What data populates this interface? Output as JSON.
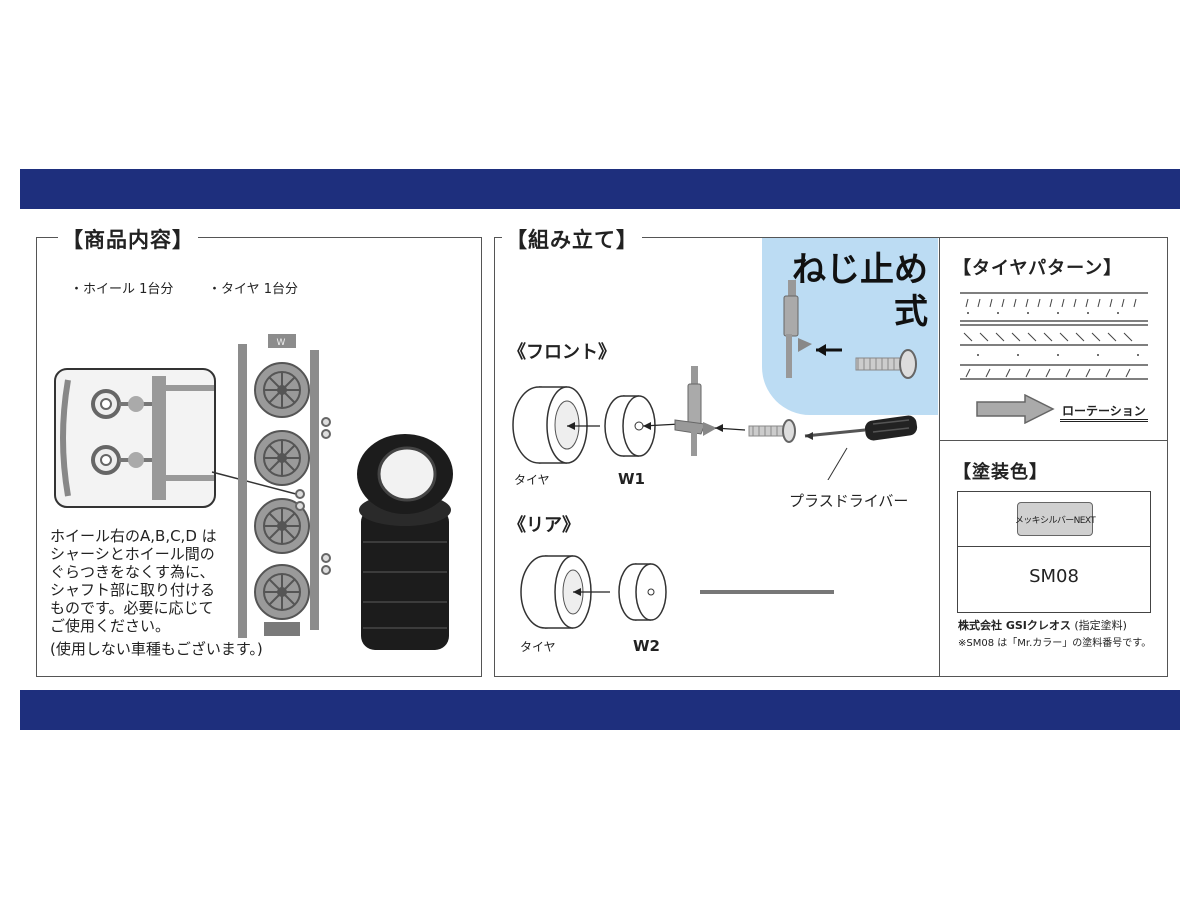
{
  "contents": {
    "heading": "【商品内容】",
    "items": [
      "・ホイール 1台分",
      "・タイヤ 1台分"
    ],
    "note_lines": [
      "ホイール右のA,B,C,D は",
      "シャーシとホイール間の",
      "ぐらつきをなくす為に、",
      "シャフト部に取り付ける",
      "ものです。必要に応じて",
      "ご使用ください。",
      "(使用しない車種もございます。)"
    ]
  },
  "assembly": {
    "heading": "【組み立て】",
    "badge_line1": "ねじ止め",
    "badge_line2": "式",
    "front_label": "《フロント》",
    "rear_label": "《リア》",
    "tire_label": "タイヤ",
    "w1_label": "W1",
    "w2_label": "W2",
    "driver_label": "プラスドライバー"
  },
  "tire_pattern": {
    "heading": "【タイヤパターン】",
    "rotation_label": "ローテーション"
  },
  "paint": {
    "heading": "【塗装色】",
    "color_name": "メッキシルバーNEXT",
    "color_code": "SM08",
    "maker_name": "株式会社 GSIクレオス",
    "maker_note": "(指定塗料)",
    "footnote": "※SM08 は「Mr.カラー」の塗料番号です。"
  },
  "colors": {
    "band": "#1e2f7d",
    "badge_bg": "#bcdcf3",
    "paint_chip": "#d0d0d0"
  }
}
